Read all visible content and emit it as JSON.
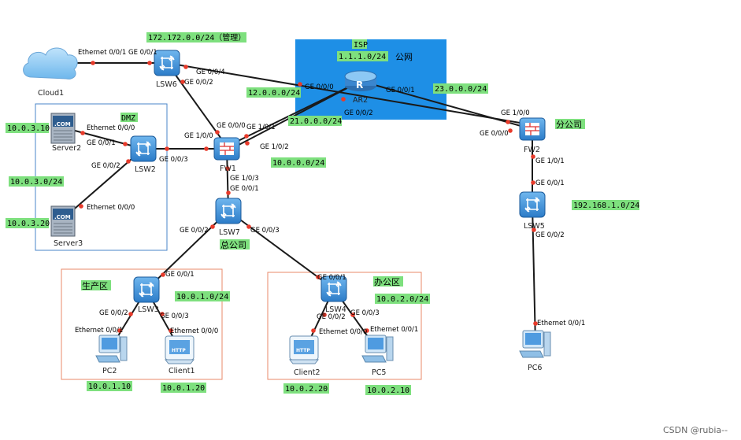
{
  "devices": {
    "cloud1": "Cloud1",
    "lsw6": "LSW6",
    "lsw2": "LSW2",
    "server2": "Server2",
    "server3": "Server3",
    "ar2": "AR2",
    "fw1": "FW1",
    "fw2": "FW2",
    "lsw7": "LSW7",
    "lsw3": "LSW3",
    "lsw4": "LSW4",
    "lsw5": "LSW5",
    "pc2": "PC2",
    "client1": "Client1",
    "client2": "Client2",
    "pc5": "PC5",
    "pc6": "PC6"
  },
  "icon_text": {
    "server": ".COM",
    "http": "HTTP",
    "router": "R"
  },
  "ports": {
    "cloud_eth": "Ethernet 0/0/1",
    "lsw6_g1": "GE 0/0/1",
    "lsw6_g4": "GE 0/0/4",
    "lsw6_g2": "GE 0/0/2",
    "ar2_g0": "GE 0/0/0",
    "ar2_g1": "GE 0/0/1",
    "ar2_g2": "GE 0/0/2",
    "fw1_g000": "GE 0/0/0",
    "fw1_g101": "GE 1/0/1",
    "fw1_g100": "GE 1/0/0",
    "fw1_g102": "GE 1/0/2",
    "fw1_g103": "GE 1/0/3",
    "server2_eth": "Ethernet 0/0/0",
    "lsw2_g1": "GE 0/0/1",
    "lsw2_g2": "GE 0/0/2",
    "lsw2_g3": "GE 0/0/3",
    "server3_eth": "Ethernet 0/0/0",
    "lsw7_g1": "GE 0/0/1",
    "lsw7_g2": "GE 0/0/2",
    "lsw7_g3": "GE 0/0/3",
    "lsw3_g1": "GE 0/0/1",
    "lsw3_g2": "GE 0/0/2",
    "lsw3_g3": "GE 0/0/3",
    "pc2_eth": "Ethernet 0/0/1",
    "client1_eth": "Ethernet 0/0/0",
    "lsw4_g1": "GE 0/0/1",
    "lsw4_g2": "GE 0/0/2",
    "lsw4_g3": "GE 0/0/3",
    "client2_eth": "Ethernet 0/0/0",
    "pc5_eth": "Ethernet 0/0/1",
    "fw2_g100": "GE 1/0/0",
    "fw2_g000": "GE 0/0/0",
    "fw2_g101": "GE 1/0/1",
    "lsw5_g1": "GE 0/0/1",
    "lsw5_g2": "GE 0/0/2",
    "pc6_eth": "Ethernet 0/0/1"
  },
  "highlights": {
    "mgmt_net": "172.172.0.0/24（管理）",
    "isp": "ISP",
    "public_net": "1.1.1.0/24",
    "net_12": "12.0.0.0/24",
    "net_21": "21.0.0.0/24",
    "net_23": "23.0.0.0/24",
    "net_10": "10.0.0.0/24",
    "dmz": "DMZ",
    "server2_ip": "10.0.3.10",
    "dmz_net": "10.0.3.0/24",
    "server3_ip": "10.0.3.20",
    "prod_net": "10.0.1.0/24",
    "office_net": "10.0.2.0/24",
    "branch_net": "192.168.1.0/24",
    "pc2_ip": "10.0.1.10",
    "client1_ip": "10.0.1.20",
    "client2_ip": "10.0.2.20",
    "pc5_ip": "10.0.2.10"
  },
  "zones": {
    "public": "公网",
    "branch": "分公司",
    "hq": "总公司",
    "production": "生产区",
    "office": "办公区"
  },
  "watermark": "CSDN @rubia--",
  "colors": {
    "label_bg": "#7ee07e",
    "isp_bg": "#1e8fe6",
    "dmz_border": "#4a86c8",
    "zone_border": "#e8896a",
    "port_dot": "#e83a2a"
  }
}
